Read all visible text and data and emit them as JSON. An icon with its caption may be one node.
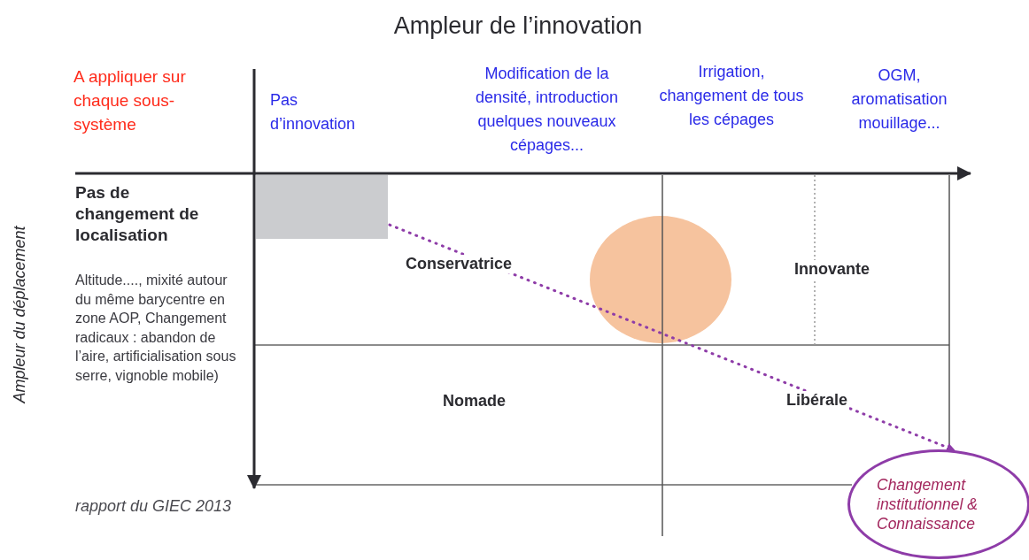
{
  "diagram": {
    "nodes": [
      {
        "text": [],
        "shape": "box"
      },
      {
        "text": [
          "Changement institutionnel & Connaissance"
        ]
      }
    ],
    "edges": [
      {
        "from": 0,
        "to": 1,
        "arrow": "to",
        "style": "dashed"
      }
    ],
    "labels": [
      "Ampleur de l’innovation",
      "A appliquer sur chaque sous-système",
      "Pas d’innovation",
      "Modification de la densité, introduction quelques nouveaux cépages...",
      "Irrigation, changement de tous les cépages",
      "OGM, aromatisation mouillage...",
      "Ampleur du déplacement",
      "Pas de changement de localisation",
      "Altitude...., mixité autour du même barycentre en zone AOP, Changement radicaux : abandon de l’aire, artificialisation sous serre, vignoble mobile)",
      "Conservatrice",
      "Innovante",
      "Nomade",
      "Libérale",
      "rapport du GIEC 2013"
    ]
  }
}
